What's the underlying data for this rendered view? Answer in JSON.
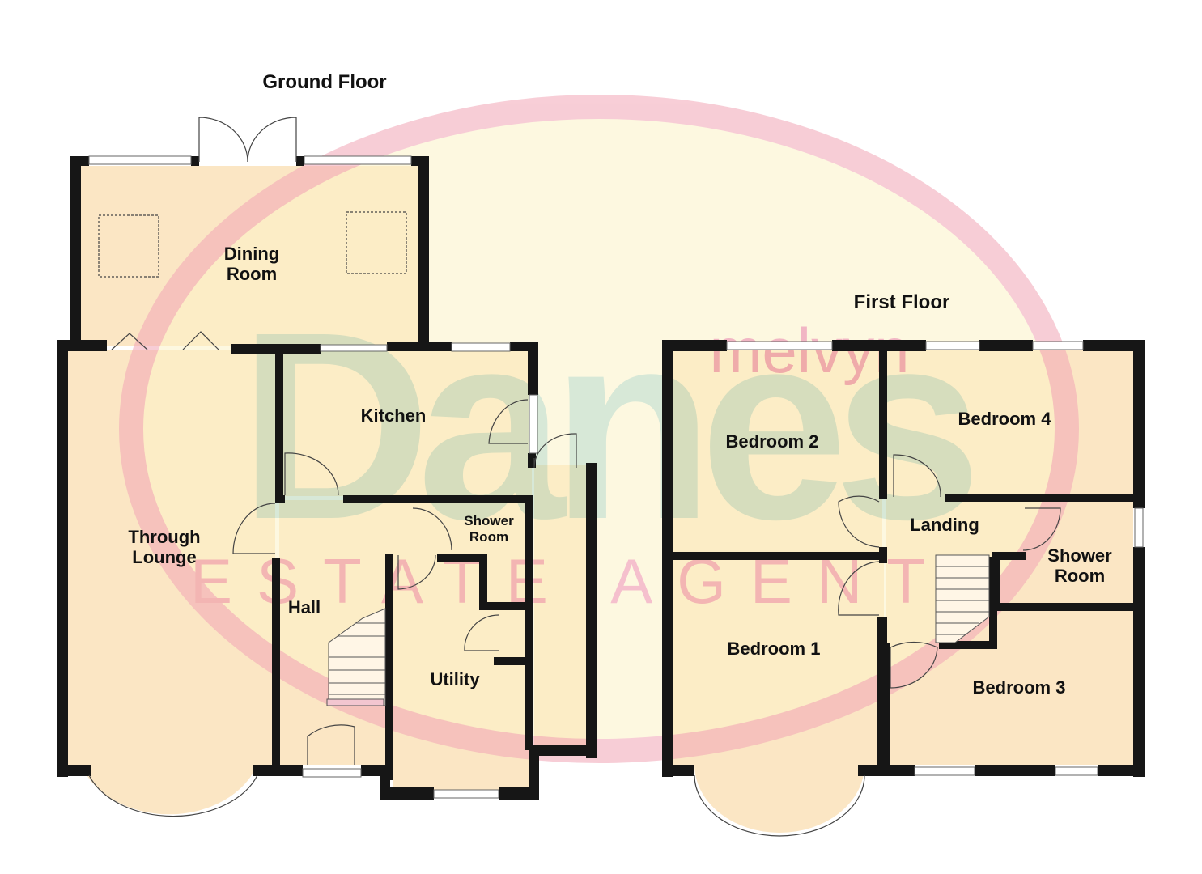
{
  "watermark": {
    "top_word": "melvyn",
    "brand": "Danes",
    "subtitle": "ESTATE AGENTS",
    "ring_color": "#f5b8c4",
    "fill_color": "#fdf4c8",
    "brand_color": "#cfe3cf"
  },
  "ground_floor": {
    "title": "Ground Floor",
    "rooms": {
      "dining": [
        "Dining",
        "Room"
      ],
      "through_lounge": [
        "Through",
        "Lounge"
      ],
      "kitchen": "Kitchen",
      "hall": "Hall",
      "shower_room": [
        "Shower",
        "Room"
      ],
      "utility": "Utility"
    }
  },
  "first_floor": {
    "title": "First Floor",
    "rooms": {
      "bedroom2": "Bedroom 2",
      "bedroom4": "Bedroom 4",
      "landing": "Landing",
      "shower_room": [
        "Shower",
        "Room"
      ],
      "bedroom1": "Bedroom 1",
      "bedroom3": "Bedroom 3"
    }
  },
  "colors": {
    "wall": "#161616",
    "room_fill": "#fbe6c4"
  }
}
